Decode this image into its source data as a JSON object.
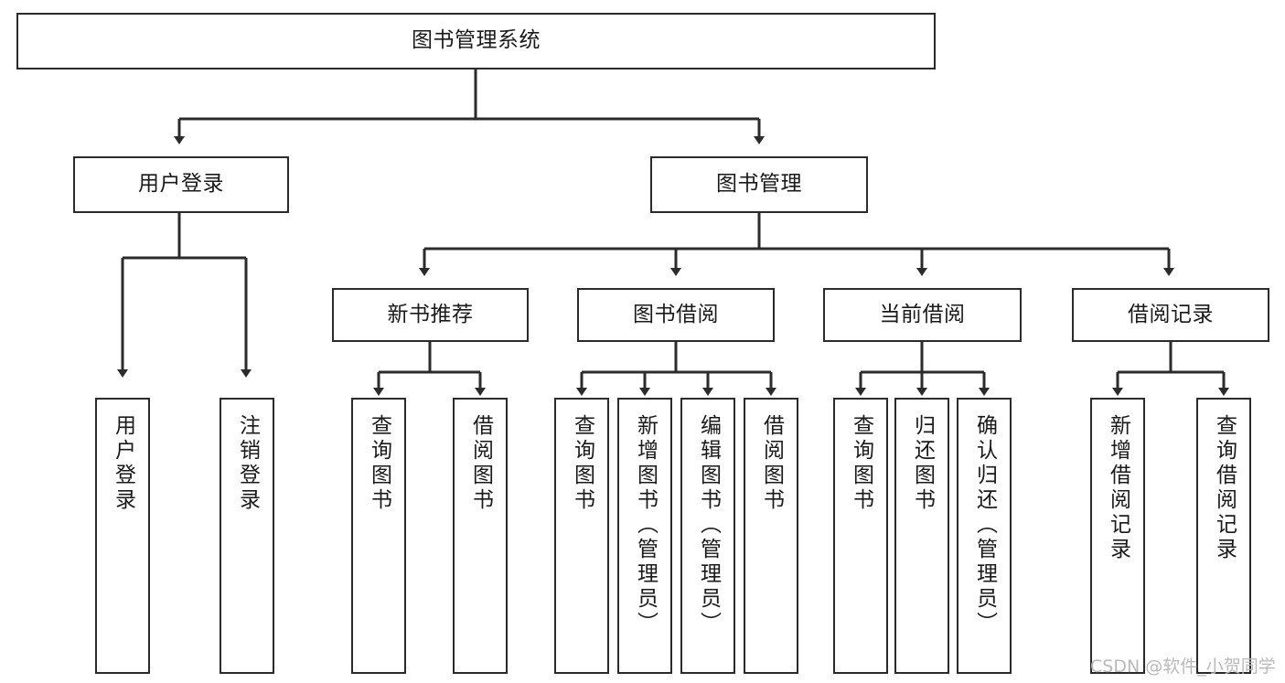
{
  "diagram": {
    "title": "图书管理系统",
    "type": "tree-hierarchy-chart",
    "line_color": "#2b2b2b",
    "box_fill": "#ffffff",
    "text_color": "#1a1a1a",
    "watermark": "CSDN @软件_小贺同学",
    "nodes": {
      "root": {
        "label": "图书管理系统"
      },
      "level2": [
        {
          "key": "user_login",
          "label": "用户登录"
        },
        {
          "key": "book_manage",
          "label": "图书管理"
        }
      ],
      "level3": [
        {
          "key": "new_book_rec",
          "label": "新书推荐"
        },
        {
          "key": "book_borrow",
          "label": "图书借阅"
        },
        {
          "key": "current_borrow",
          "label": "当前借阅"
        },
        {
          "key": "borrow_record",
          "label": "借阅记录"
        }
      ],
      "leaves": {
        "user_login": [
          {
            "key": "leaf-user-login",
            "label": "用户登录"
          },
          {
            "key": "leaf-logout",
            "label": "注销登录"
          }
        ],
        "new_book_rec": [
          {
            "key": "leaf-query-book-1",
            "label": "查询图书"
          },
          {
            "key": "leaf-borrow-book-1",
            "label": "借阅图书"
          }
        ],
        "book_borrow": [
          {
            "key": "leaf-query-book-2",
            "label": "查询图书"
          },
          {
            "key": "leaf-add-book",
            "label": "新增图书（管理员）"
          },
          {
            "key": "leaf-edit-book",
            "label": "编辑图书（管理员）"
          },
          {
            "key": "leaf-borrow-book-2",
            "label": "借阅图书"
          }
        ],
        "current_borrow": [
          {
            "key": "leaf-query-book-3",
            "label": "查询图书"
          },
          {
            "key": "leaf-return-book",
            "label": "归还图书"
          },
          {
            "key": "leaf-confirm-return",
            "label": "确认归还（管理员）"
          }
        ],
        "borrow_record": [
          {
            "key": "leaf-add-record",
            "label": "新增借阅记录"
          },
          {
            "key": "leaf-query-record",
            "label": "查询借阅记录"
          }
        ]
      }
    }
  }
}
